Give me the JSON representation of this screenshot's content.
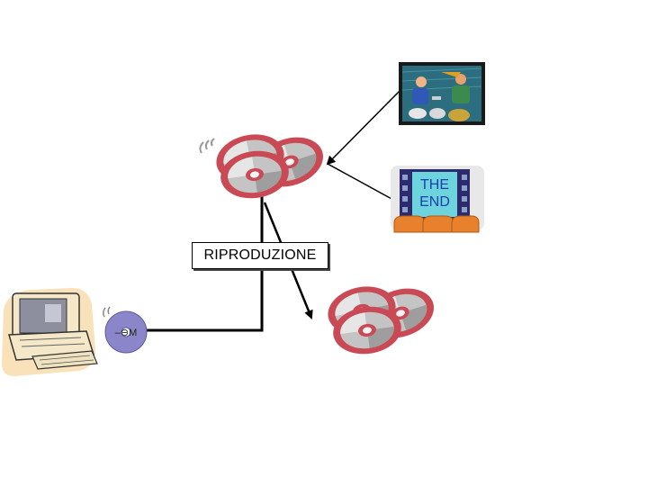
{
  "diagram": {
    "process_label": "RIPRODUZIONE",
    "end_sign": {
      "line1": "THE",
      "line2": "END"
    },
    "disc_label_text": "–⊖M"
  },
  "colors": {
    "disc_red": "#c94a55",
    "disc_silver": "#bfbfbf",
    "connector": "#000000",
    "film_frame": "#2b2b6e",
    "screen_cyan": "#6dd3dc",
    "seats_orange": "#e8812e",
    "computer_beige": "#f4e8c8",
    "computer_screen": "#8d8f9e"
  },
  "icons": [
    "computer-icon",
    "labeled-disc-icon",
    "disc-stack-icon",
    "jazz-band-picture-icon",
    "the-end-film-icon"
  ]
}
